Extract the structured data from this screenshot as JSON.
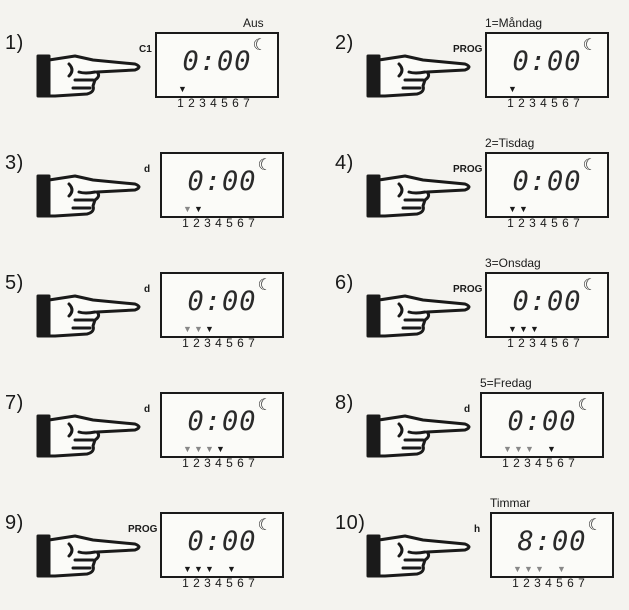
{
  "steps": [
    {
      "num": "1)",
      "button": "C1",
      "caption": "Aus",
      "time": "0:00",
      "arrows": [
        0
      ],
      "dim": [],
      "digit_bold": false
    },
    {
      "num": "2)",
      "button": "PROG",
      "caption": "1=Måndag",
      "time": "0:00",
      "arrows": [
        0
      ],
      "dim": [],
      "digit_bold": false
    },
    {
      "num": "3)",
      "button": "d",
      "caption": "",
      "time": "0:00",
      "arrows": [
        1
      ],
      "dim": [
        0
      ],
      "digit_bold": false
    },
    {
      "num": "4)",
      "button": "PROG",
      "caption": "2=Tisdag",
      "time": "0:00",
      "arrows": [
        0,
        1
      ],
      "dim": [],
      "digit_bold": false
    },
    {
      "num": "5)",
      "button": "d",
      "caption": "",
      "time": "0:00",
      "arrows": [
        2
      ],
      "dim": [
        0,
        1
      ],
      "digit_bold": false
    },
    {
      "num": "6)",
      "button": "PROG",
      "caption": "3=Onsdag",
      "time": "0:00",
      "arrows": [
        0,
        1,
        2
      ],
      "dim": [],
      "digit_bold": false
    },
    {
      "num": "7)",
      "button": "d",
      "caption": "",
      "time": "0:00",
      "arrows": [
        3
      ],
      "dim": [
        0,
        1,
        2
      ],
      "digit_bold": false
    },
    {
      "num": "8)",
      "button": "d",
      "caption": "5=Fredag",
      "time": "0:00",
      "arrows": [
        4
      ],
      "dim": [
        0,
        1,
        2
      ],
      "digit_bold": false
    },
    {
      "num": "9)",
      "button": "PROG",
      "caption": "",
      "time": "0:00",
      "arrows": [
        0,
        1,
        2,
        4
      ],
      "dim": [],
      "digit_bold": false
    },
    {
      "num": "10)",
      "button": "h",
      "caption": "Timmar",
      "time": "8:00",
      "arrows": [],
      "dim": [
        0,
        1,
        2,
        4
      ],
      "digit_bold": true
    }
  ],
  "day_numbers": [
    "1",
    "2",
    "3",
    "4",
    "5",
    "6",
    "7"
  ],
  "moon_symbol": "☾"
}
